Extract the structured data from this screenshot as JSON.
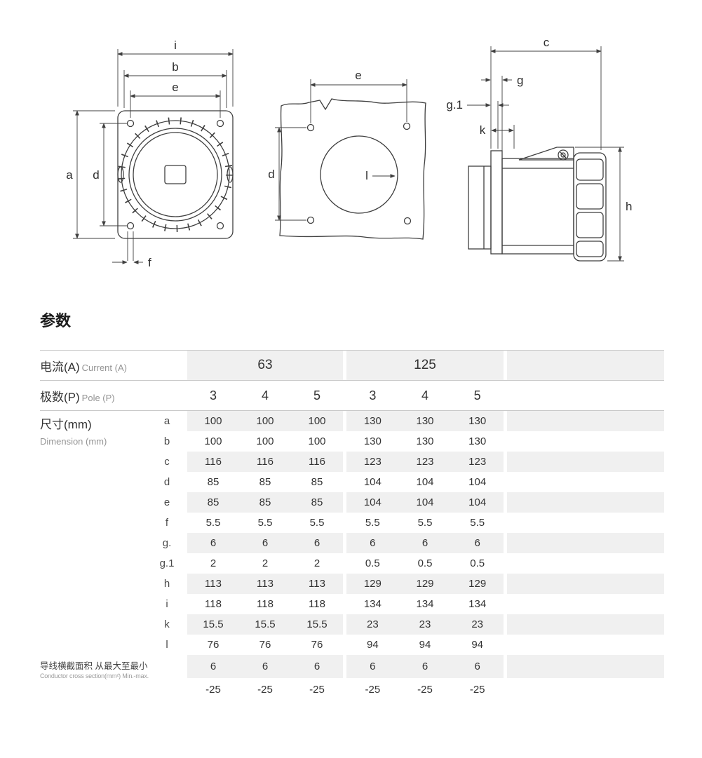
{
  "title": "参数",
  "drawings": {
    "front": {
      "i": "i",
      "b": "b",
      "e": "e",
      "a": "a",
      "d": "d",
      "f": "f"
    },
    "cutout": {
      "e": "e",
      "d": "d",
      "l": "l"
    },
    "side": {
      "c": "c",
      "g": "g",
      "g1": "g.1",
      "k": "k",
      "h": "h"
    }
  },
  "table": {
    "current": {
      "zh": "电流(A)",
      "en": "Current (A)",
      "groups": [
        "63",
        "125"
      ]
    },
    "pole": {
      "zh": "极数(P)",
      "en": "Pole (P)",
      "values": [
        "3",
        "4",
        "5",
        "3",
        "4",
        "5"
      ]
    },
    "dimension": {
      "zh": "尺寸(mm)",
      "en": "Dimension (mm)",
      "rows": [
        {
          "param": "a",
          "values": [
            "100",
            "100",
            "100",
            "130",
            "130",
            "130"
          ]
        },
        {
          "param": "b",
          "values": [
            "100",
            "100",
            "100",
            "130",
            "130",
            "130"
          ]
        },
        {
          "param": "c",
          "values": [
            "116",
            "116",
            "116",
            "123",
            "123",
            "123"
          ]
        },
        {
          "param": "d",
          "values": [
            "85",
            "85",
            "85",
            "104",
            "104",
            "104"
          ]
        },
        {
          "param": "e",
          "values": [
            "85",
            "85",
            "85",
            "104",
            "104",
            "104"
          ]
        },
        {
          "param": "f",
          "values": [
            "5.5",
            "5.5",
            "5.5",
            "5.5",
            "5.5",
            "5.5"
          ]
        },
        {
          "param": "g.",
          "values": [
            "6",
            "6",
            "6",
            "6",
            "6",
            "6"
          ]
        },
        {
          "param": "g.1",
          "values": [
            "2",
            "2",
            "2",
            "0.5",
            "0.5",
            "0.5"
          ]
        },
        {
          "param": "h",
          "values": [
            "113",
            "113",
            "113",
            "129",
            "129",
            "129"
          ]
        },
        {
          "param": "i",
          "values": [
            "118",
            "118",
            "118",
            "134",
            "134",
            "134"
          ]
        },
        {
          "param": "k",
          "values": [
            "15.5",
            "15.5",
            "15.5",
            "23",
            "23",
            "23"
          ]
        },
        {
          "param": "l",
          "values": [
            "76",
            "76",
            "76",
            "94",
            "94",
            "94"
          ]
        }
      ]
    },
    "conductor": {
      "zh": "导线横截面积 从最大至最小",
      "en": "Conductor cross section(mm²) Min.-max.",
      "rows": [
        {
          "param": "",
          "values": [
            "6",
            "6",
            "6",
            "6",
            "6",
            "6"
          ]
        },
        {
          "param": "",
          "values": [
            "-25",
            "-25",
            "-25",
            "-25",
            "-25",
            "-25"
          ]
        }
      ]
    }
  }
}
